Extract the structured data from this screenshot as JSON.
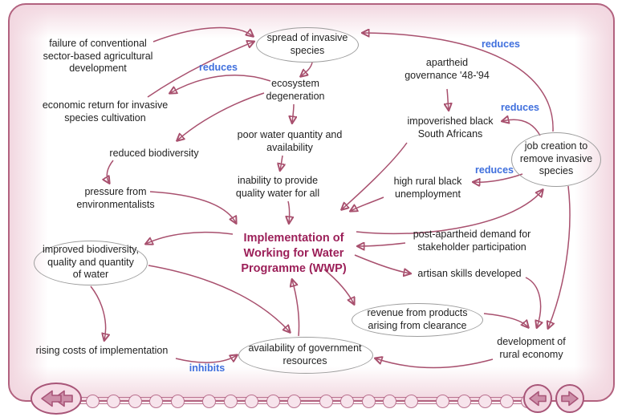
{
  "diagram": {
    "nodes": {
      "failure": {
        "l1": "failure of conventional",
        "l2": "sector-based agricultural",
        "l3": "development"
      },
      "spread": {
        "l1": "spread of invasive",
        "l2": "species"
      },
      "ecosystem": {
        "l1": "ecosystem",
        "l2": "degeneration"
      },
      "economic_return": {
        "l1": "economic return for invasive",
        "l2": "species cultivation"
      },
      "reduced_biodiversity": {
        "l1": "reduced biodiversity"
      },
      "poor_water": {
        "l1": "poor water quantity and",
        "l2": "availability"
      },
      "inability": {
        "l1": "inability to provide",
        "l2": "quality water for all"
      },
      "pressure": {
        "l1": "pressure from",
        "l2": "environmentalists"
      },
      "apartheid": {
        "l1": "apartheid",
        "l2": "governance '48-'94"
      },
      "impoverished": {
        "l1": "impoverished black",
        "l2": "South Africans"
      },
      "job_creation": {
        "l1": "job creation to",
        "l2": "remove invasive",
        "l3": "species"
      },
      "high_unemployment": {
        "l1": "high rural black",
        "l2": "unemployment"
      },
      "wwp": {
        "l1": "Implementation of",
        "l2": "Working for Water",
        "l3": "Programme (WWP)"
      },
      "post_apartheid": {
        "l1": "post-apartheid demand for",
        "l2": "stakeholder participation"
      },
      "artisan": {
        "l1": "artisan skills developed"
      },
      "improved_biodiversity": {
        "l1": "improved biodiversity,",
        "l2": "quality and quantity",
        "l3": "of water"
      },
      "revenue": {
        "l1": "revenue from products",
        "l2": "arising from clearance"
      },
      "rising_costs": {
        "l1": "rising costs of implementation"
      },
      "availability": {
        "l1": "availability of government",
        "l2": "resources"
      },
      "development": {
        "l1": "development of",
        "l2": "rural economy"
      }
    },
    "labels": {
      "reduces_left": "reduces",
      "reduces_top": "reduces",
      "reduces_impoverished": "reduces",
      "reduces_unemployment": "reduces",
      "inhibits": "inhibits"
    },
    "edges": [
      {
        "from": "failure",
        "to": "spread"
      },
      {
        "from": "economic_return",
        "to": "spread"
      },
      {
        "from": "spread",
        "to": "ecosystem"
      },
      {
        "from": "ecosystem",
        "to": "economic_return",
        "label": "reduces"
      },
      {
        "from": "ecosystem",
        "to": "reduced_biodiversity"
      },
      {
        "from": "ecosystem",
        "to": "poor_water"
      },
      {
        "from": "poor_water",
        "to": "inability"
      },
      {
        "from": "inability",
        "to": "wwp"
      },
      {
        "from": "reduced_biodiversity",
        "to": "pressure"
      },
      {
        "from": "pressure",
        "to": "wwp"
      },
      {
        "from": "wwp",
        "to": "improved_biodiversity"
      },
      {
        "from": "improved_biodiversity",
        "to": "rising_costs"
      },
      {
        "from": "improved_biodiversity",
        "to": "availability"
      },
      {
        "from": "rising_costs",
        "to": "availability",
        "label": "inhibits"
      },
      {
        "from": "availability",
        "to": "wwp"
      },
      {
        "from": "wwp",
        "to": "revenue"
      },
      {
        "from": "development",
        "to": "availability"
      },
      {
        "from": "revenue",
        "to": "development"
      },
      {
        "from": "artisan",
        "to": "development"
      },
      {
        "from": "job_creation",
        "to": "development"
      },
      {
        "from": "wwp",
        "to": "artisan"
      },
      {
        "from": "post_apartheid",
        "to": "wwp"
      },
      {
        "from": "wwp",
        "to": "job_creation"
      },
      {
        "from": "job_creation",
        "to": "high_unemployment",
        "label": "reduces"
      },
      {
        "from": "job_creation",
        "to": "impoverished",
        "label": "reduces"
      },
      {
        "from": "job_creation",
        "to": "spread",
        "label": "reduces"
      },
      {
        "from": "apartheid",
        "to": "impoverished"
      },
      {
        "from": "impoverished",
        "to": "wwp"
      },
      {
        "from": "high_unemployment",
        "to": "wwp"
      }
    ],
    "colors": {
      "arrow": "#a8506e",
      "edge_label_blue": "#3f6fdd",
      "title_maroon": "#9c2059",
      "node_text": "#1f1f1f",
      "ellipse_stroke": "#9d9d9d",
      "frame_border": "#b2627f",
      "frame_tint": "#f2d7e0"
    }
  },
  "navigation": {
    "dot_count": 20,
    "fast_back_icon": "double-left-arrow",
    "prev_icon": "left-arrow",
    "next_icon": "right-arrow"
  }
}
